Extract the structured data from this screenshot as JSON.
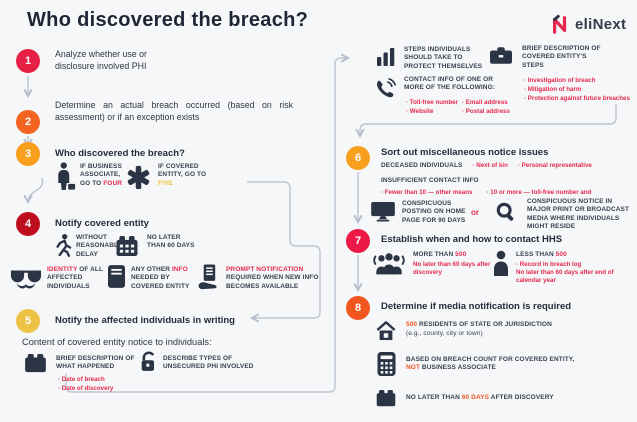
{
  "title": "Who discovered the breach?",
  "logo": {
    "brand": "eliNext"
  },
  "left": {
    "step1": {
      "num": "1",
      "text": "Analyze whether use or disclosure involved PHI"
    },
    "step2": {
      "num": "2",
      "text": "Determine an actual breach occurred (based on risk assessment) or if an exception exists"
    },
    "step3": {
      "num": "3",
      "heading": "Who discovered the breach?",
      "business": {
        "prefix": "IF BUSINESS ASSOCIATE, GO TO ",
        "accent": "FOUR"
      },
      "covered": {
        "prefix": "IF COVERED ENTITY, GO TO ",
        "accent": "FIVE"
      }
    },
    "step4": {
      "num": "4",
      "heading": "Notify covered entity",
      "delay": "WITHOUT REASONABLE DELAY",
      "deadline": "NO LATER THAN 60 DAYS"
    },
    "notify_items": {
      "identity": {
        "accent": "IDENTITY",
        "rest": " OF ALL AFFECTED INDIVIDUALS"
      },
      "other_info": {
        "pre": "ANY OTHER ",
        "accent": "INFO",
        "post": " NEEDED BY COVERED ENTITY"
      },
      "prompt": {
        "accent": "PROMPT NOTIFICATION",
        "rest": " REQUIRED WHEN NEW INFO BECOMES AVAILABLE"
      }
    },
    "step5": {
      "num": "5",
      "heading": "Notify the affected individuals in writing"
    },
    "content_heading": "Content of covered entity notice to individuals:",
    "content": {
      "what_happened": {
        "label": "BRIEF DESCRIPTION OF WHAT HAPPENED",
        "bullets": [
          "Date of breach",
          "Date of discovery"
        ]
      },
      "phi_types": {
        "label": "DESCRIBE TYPES OF UNSECURED PHI INVOLVED"
      }
    }
  },
  "right": {
    "notice_content": {
      "steps_individuals": "STEPS INDIVIDUALS SHOULD TAKE TO PROTECT THEMSELVES",
      "entity_steps": {
        "label": "BRIEF DESCRIPTION OF COVERED ENTITY'S STEPS",
        "bullets": [
          "Investigation of breach",
          "Mitigation of harm",
          "Protection against future breaches"
        ]
      },
      "contact": {
        "label": "CONTACT INFO OF ONE OR MORE OF THE FOLLOWING:",
        "col1": [
          "Toll-free number",
          "Website"
        ],
        "col2": [
          "Email address",
          "Postal address"
        ]
      }
    },
    "step6": {
      "num": "6",
      "heading": "Sort out miscellaneous notice issues",
      "deceased_label": "DECEASED INDIVIDUALS",
      "deceased_bullets": [
        "Next of kin",
        "Personal representative"
      ],
      "insufficient_label": "INSUFFICIENT CONTACT INFO",
      "insufficient_bullets": [
        "Fewer than 10 — other means",
        "10 or more — toll-free number and"
      ],
      "posting": "CONSPICUOUS POSTING ON HOME PAGE FOR 90 DAYS",
      "or": "or",
      "media_notice": "CONSPICUOUS NOTICE IN MAJOR PRINT OR BROADCAST MEDIA WHERE INDIVIDUALS MIGHT RESIDE"
    },
    "step7": {
      "num": "7",
      "heading": "Establish when and how to contact HHS",
      "more": {
        "pre": "MORE THAN ",
        "accent": "500",
        "note": "No later than 60 days after discovery"
      },
      "less": {
        "pre": "LESS THAN ",
        "accent": "500",
        "note1": "Record in breach log",
        "note2": "No later than 60 days after end of calendar year"
      }
    },
    "step8": {
      "num": "8",
      "heading": "Determine if media notification is required",
      "residents": {
        "accent": "500",
        "rest": " RESIDENTS OF STATE OR JURISDICTION",
        "sub": "(e.g., county, city or town)"
      },
      "count": {
        "pre": "BASED ON BREACH COUNT FOR COVERED ENTITY, ",
        "accent": "NOT",
        "post": " BUSINESS ASSOCIATE"
      },
      "deadline": {
        "pre": "NO LATER THAN ",
        "accent": "60 DAYS",
        "post": " AFTER DISCOVERY"
      }
    }
  },
  "colors": {
    "accent_red": "#e5294e",
    "accent_orange": "#f1561f",
    "accent_amber": "#f8a01e",
    "accent_yellow": "#f0c033",
    "dark_red": "#bd0f1e",
    "ink": "#2b3444",
    "connector": "#b6bece",
    "background": "#f6f7f9"
  }
}
